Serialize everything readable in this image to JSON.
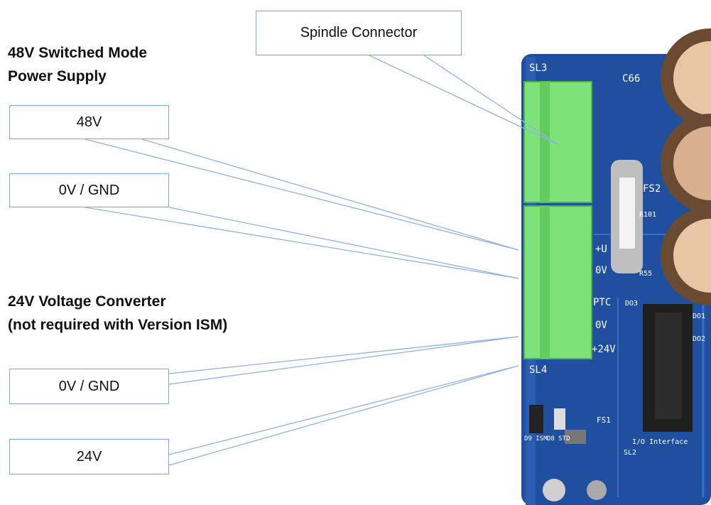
{
  "headings": {
    "psu_line1": "48V Switched Mode",
    "psu_line2": "Power Supply",
    "converter_line1": "24V Voltage Converter",
    "converter_line2": "(not required with Version ISM)"
  },
  "callouts": {
    "spindle": "Spindle Connector",
    "v48": "48V",
    "gnd_top": "0V / GND",
    "gnd_bottom": "0V / GND",
    "v24": "24V"
  },
  "board": {
    "colors": {
      "pcb": "#1f4f9e",
      "connector": "#7ee27a",
      "leader": "#8fb3e0"
    },
    "silkscreen": {
      "sl3": "SL3",
      "sl4": "SL4",
      "c66": "C66",
      "fs2": "FS2",
      "fs1": "FS1",
      "r101": "R101",
      "r55": "R55",
      "ptc": "PTC",
      "v0_a": "0V",
      "v0_b": "0V",
      "plus_u": "+U",
      "plus_24v": "+24V",
      "io_interface": "I/O Interface",
      "do1": "DO1",
      "do2": "DO2",
      "do3": "DO3",
      "d8_std": "D8 STD",
      "d9_ism": "D9 ISM",
      "sl2": "SL2"
    }
  }
}
